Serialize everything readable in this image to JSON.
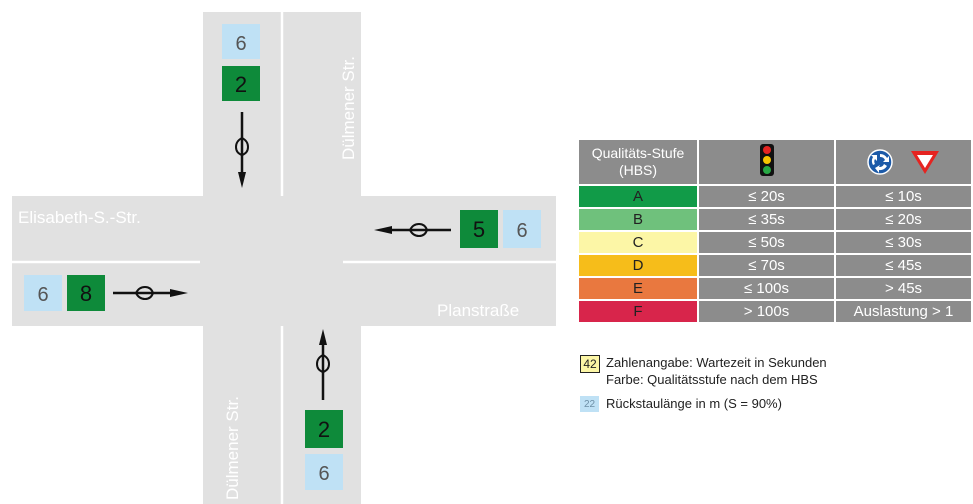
{
  "roads": {
    "north": "Dülmener Str.",
    "south": "Dülmener Str.",
    "west": "Elisabeth-S.-Str.",
    "east": "Planstraße"
  },
  "approaches": {
    "north": {
      "queue": "6",
      "wait": "2",
      "wait_color": "#0e8a3a"
    },
    "east": {
      "queue": "6",
      "wait": "5",
      "wait_color": "#0e8a3a"
    },
    "west": {
      "queue": "6",
      "wait": "8",
      "wait_color": "#0e8a3a"
    },
    "south": {
      "queue": "6",
      "wait": "2",
      "wait_color": "#0e8a3a"
    }
  },
  "colors": {
    "road": "#e1e1e1",
    "queue_box": "#bfe1f5",
    "header": "#8c8c8c"
  },
  "table": {
    "header": {
      "level_col": "Qualitäts-Stufe (HBS)"
    },
    "icons": [
      "traffic-light",
      "roundabout",
      "yield-sign"
    ],
    "rows": [
      {
        "level": "A",
        "color": "#119b48",
        "signal": "≤ 20s",
        "unsignalized": "≤ 10s"
      },
      {
        "level": "B",
        "color": "#6fc17c",
        "signal": "≤ 35s",
        "unsignalized": "≤ 20s"
      },
      {
        "level": "C",
        "color": "#fcf6a6",
        "signal": "≤ 50s",
        "unsignalized": "≤ 30s"
      },
      {
        "level": "D",
        "color": "#f6bd1a",
        "signal": "≤ 70s",
        "unsignalized": "≤ 45s"
      },
      {
        "level": "E",
        "color": "#e9783f",
        "signal": "≤ 100s",
        "unsignalized": "> 45s"
      },
      {
        "level": "F",
        "color": "#d8254b",
        "signal": "> 100s",
        "unsignalized": "Auslastung > 1"
      }
    ]
  },
  "legend": {
    "wait_badge": "42",
    "wait_line1": "Zahlenangabe: Wartezeit in Sekunden",
    "wait_line2": "Farbe: Qualitätsstufe nach dem HBS",
    "queue_badge": "22",
    "queue_text": "Rückstaulänge in m (S = 90%)"
  }
}
